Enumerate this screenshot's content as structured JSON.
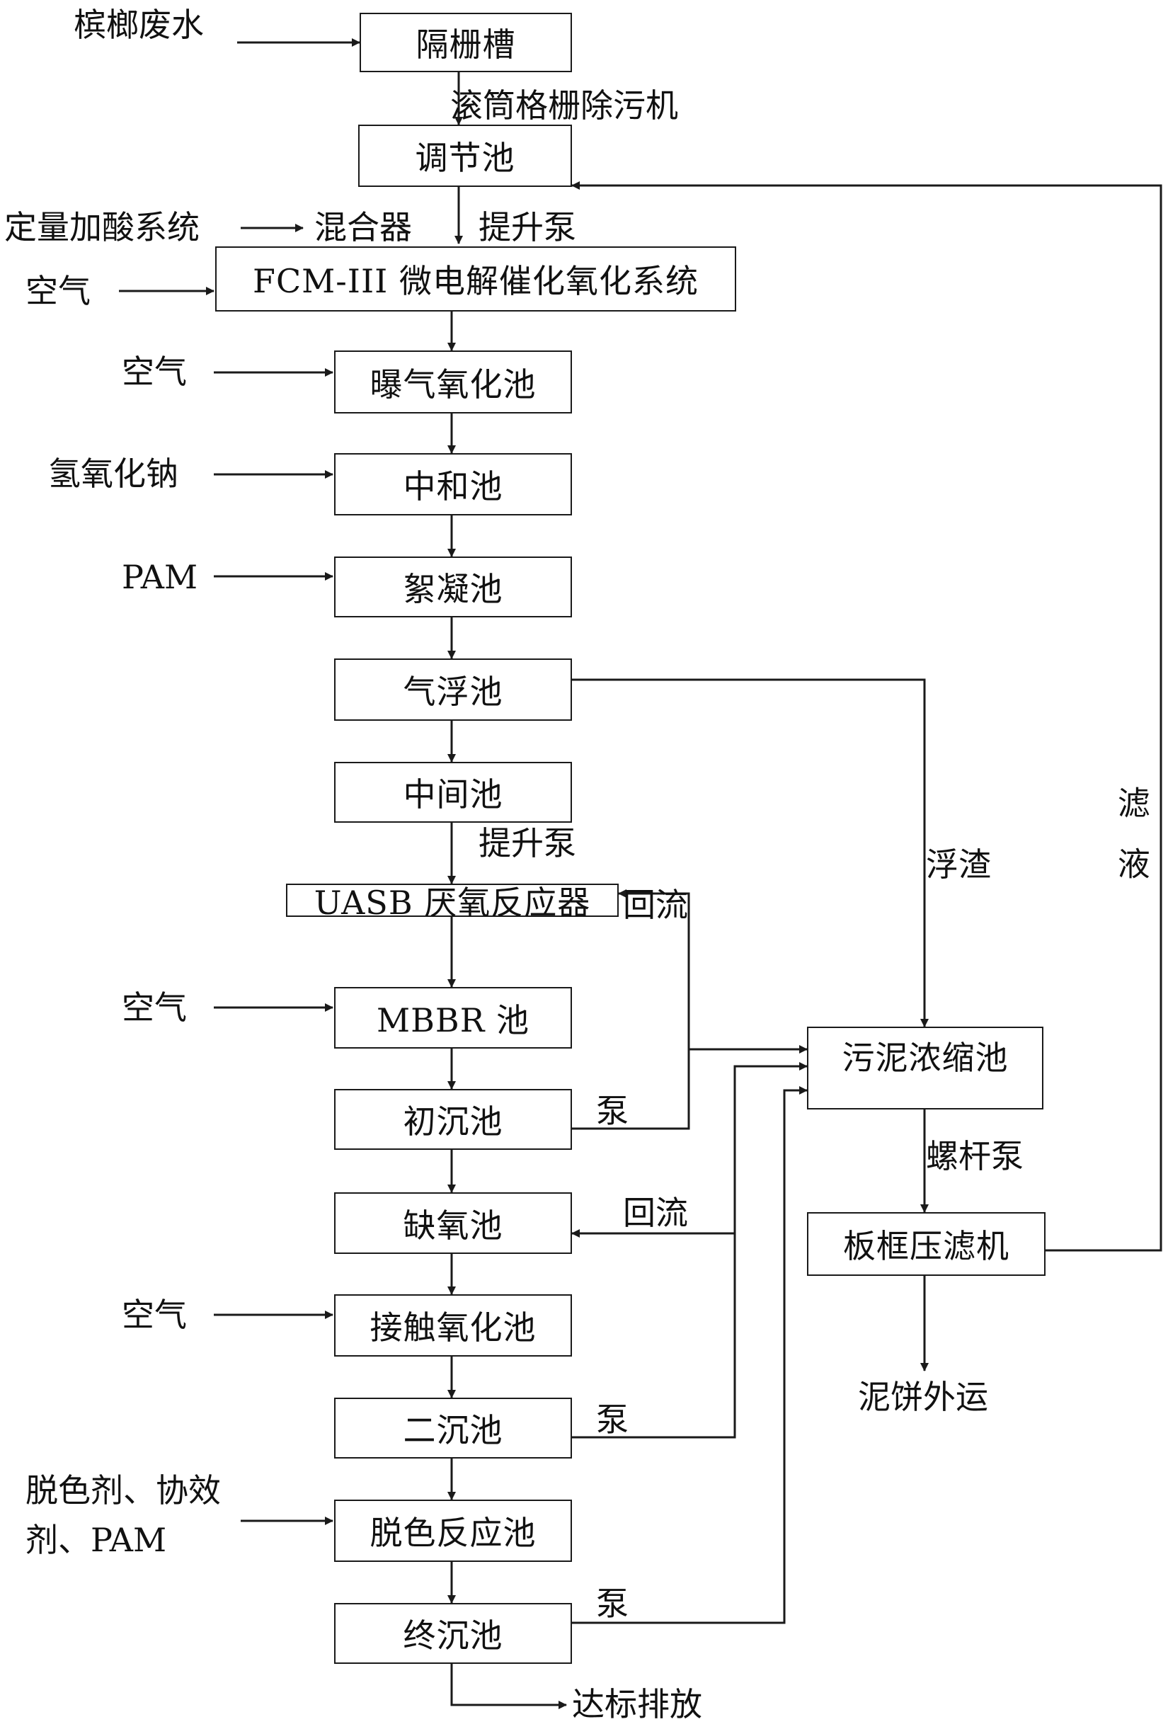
{
  "boxes": {
    "grille_tank": "隔栅槽",
    "regulating_tank": "调节池",
    "fcm_system": "FCM-III 微电解催化氧化系统",
    "aeration_oxidation_tank": "曝气氧化池",
    "neutralization_tank": "中和池",
    "flocculation_tank": "絮凝池",
    "air_flotation_tank": "气浮池",
    "intermediate_tank": "中间池",
    "uasb_reactor": "UASB 厌氧反应器",
    "mbbr_tank": "MBBR 池",
    "primary_settling_tank": "初沉池",
    "anoxic_tank": "缺氧池",
    "contact_oxidation_tank": "接触氧化池",
    "secondary_settling_tank": "二沉池",
    "decolorization_tank": "脱色反应池",
    "final_settling_tank": "终沉池",
    "sludge_thickener": "污泥浓缩池",
    "plate_frame_press": "板框压滤机"
  },
  "inputs": {
    "wastewater": "槟榔废水",
    "acid_system": "定量加酸系统",
    "mixer": "混合器",
    "air_1": "空气",
    "air_2": "空气",
    "naoh": "氢氧化钠",
    "pam": "PAM",
    "air_3": "空气",
    "air_4": "空气",
    "decolor_line1": "脱色剂、协效",
    "decolor_line2": "剂、PAM"
  },
  "labels": {
    "drum_screen": "滚筒格栅除污机",
    "lift_pump_1": "提升泵",
    "lift_pump_2": "提升泵",
    "scum": "浮渣",
    "filtrate": "滤液",
    "reflux_1": "回流",
    "reflux_2": "回流",
    "pump_1": "泵",
    "pump_2": "泵",
    "pump_3": "泵",
    "screw_pump": "螺杆泵",
    "cake_out": "泥饼外运",
    "discharge": "达标排放"
  },
  "colors": {
    "line": "#1a1a1a",
    "text": "#111111",
    "box_border": "#1a1a1a"
  }
}
